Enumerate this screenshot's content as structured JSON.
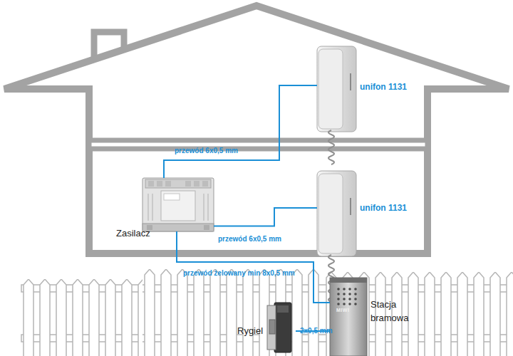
{
  "diagram": {
    "nodes": [
      {
        "text": [
          "unifon 1131"
        ]
      },
      {
        "text": [
          "unifon 1131"
        ]
      },
      {
        "text": [
          "Zasilacz"
        ]
      },
      {
        "text": [
          "Stacja bramowa"
        ]
      },
      {
        "text": [
          "Rygiel"
        ]
      }
    ],
    "edges": [
      {
        "from": 2,
        "to": 0,
        "arrow": "none",
        "label": "przewód 6x0,5 mm"
      },
      {
        "from": 2,
        "to": 1,
        "arrow": "none",
        "label": "przewód 6x0,5 mm"
      },
      {
        "from": 2,
        "to": 3,
        "arrow": "none",
        "label": "przewód żelowany min 8x0,5 mm"
      },
      {
        "from": 4,
        "to": 3,
        "arrow": "none",
        "label": "2x0,5 mm"
      }
    ],
    "labels": [
      "MIWI"
    ]
  }
}
